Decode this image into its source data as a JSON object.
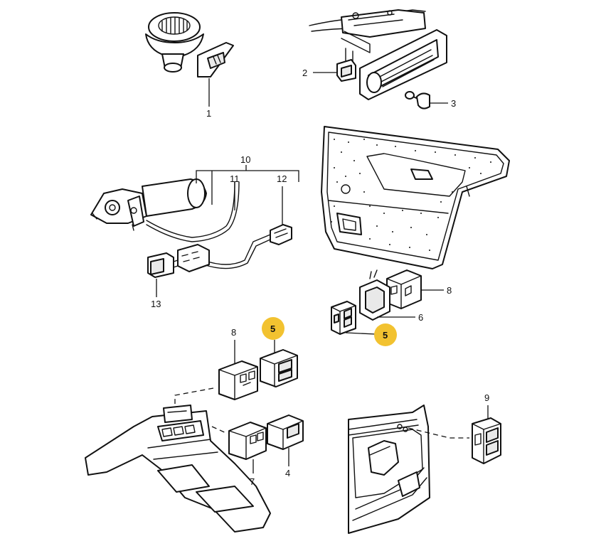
{
  "callouts": {
    "c1": "1",
    "c2": "2",
    "c3": "3",
    "c4": "4",
    "c5a": "5",
    "c5b": "5",
    "c6": "6",
    "c7": "7",
    "c8a": "8",
    "c8b": "8",
    "c9": "9",
    "c10": "10",
    "c11": "11",
    "c12": "12",
    "c13": "13"
  },
  "colors": {
    "highlight": "#f2c230",
    "line": "#111111"
  }
}
